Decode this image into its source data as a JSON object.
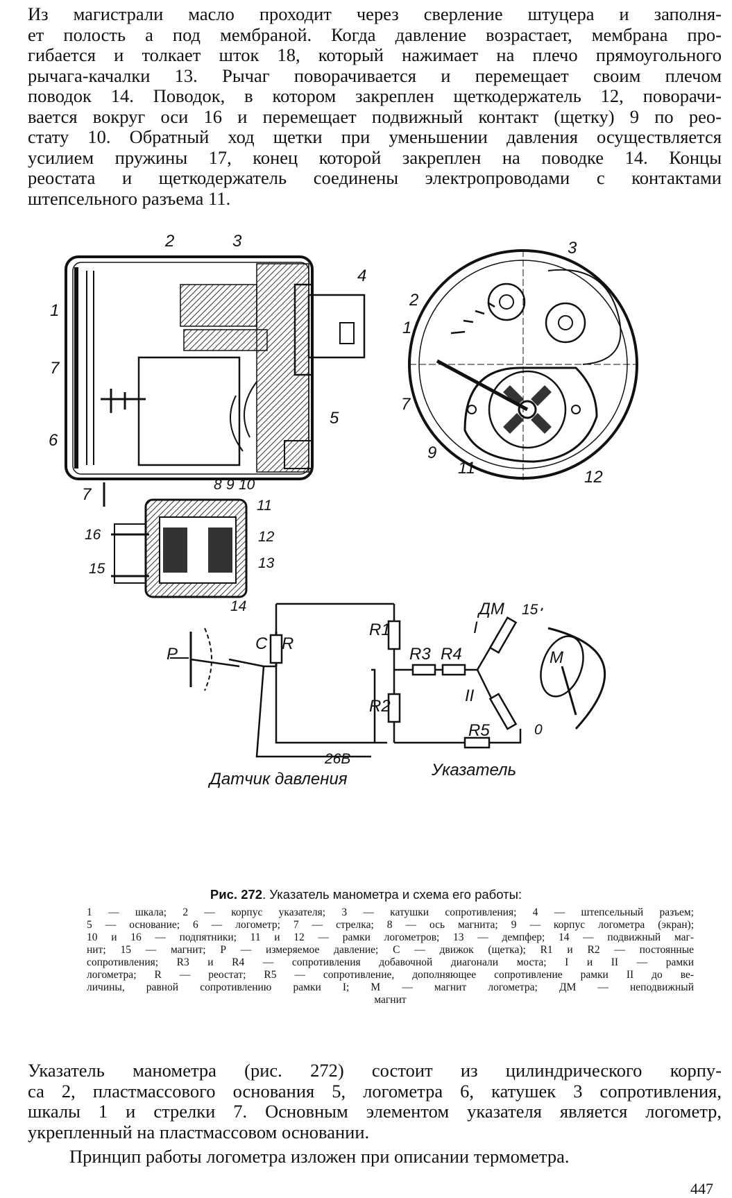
{
  "top_paragraph": [
    "Из магистрали масло проходит через сверление штуцера и заполня-",
    "ет полость а под мембраной. Когда давление возрастает, мембрана про-",
    "гибается и толкает шток 18, который нажимает на плечо прямоугольного",
    "рычага-качалки 13. Рычаг поворачивается и перемещает своим плечом",
    "поводок 14. Поводок, в котором закреплен щеткодержатель 12, поворачи-",
    "вается вокруг оси 16 и перемещает подвижный контакт (щетку) 9 по рео-",
    "стату 10. Обратный ход щетки при уменьшении давления осуществляется",
    "усилием пружины 17, конец которой закреплен на поводке 14. Концы",
    "реостата и щеткодержатель соединены электропроводами с контактами",
    "штепсельного разъема 11."
  ],
  "figure": {
    "labels_left": [
      "1",
      "2",
      "3",
      "4",
      "5",
      "6",
      "7"
    ],
    "labels_lower": [
      "7",
      "8",
      "9",
      "10",
      "11",
      "12",
      "13",
      "14",
      "15",
      "16"
    ],
    "labels_right": [
      "1",
      "2",
      "3",
      "7",
      "9",
      "11",
      "12"
    ],
    "schematic": {
      "pressure": "P",
      "slider": "C",
      "rheostat": "R",
      "r1": "R1",
      "r2": "R2",
      "r3": "R3",
      "r4": "R4",
      "r5": "R5",
      "frame1": "I",
      "frame2": "II",
      "fixed_magnet": "ДМ",
      "magnet": "M",
      "scale_max": "15",
      "scale_min": "0",
      "voltage": "26В",
      "sensor_label": "Датчик давления",
      "indicator_label": "Указатель"
    }
  },
  "caption": {
    "title_bold": "Рис. 272",
    "title_rest": ". Указатель манометра и схема его работы:",
    "lines": [
      "1 — шкала; 2 — корпус указателя; 3 — катушки сопротивления; 4 — штепсельный разъем;",
      "5 — основание; 6 — логометр; 7 — стрелка; 8 — ось магнита; 9 — корпус логометра (экран);",
      "10 и 16 — подпятники; 11 и 12 — рамки логометров; 13 — демпфер; 14 — подвижный маг-",
      "нит; 15 — магнит; Р — измеряемое давление; С — движок (щетка); R1 и R2 — постоянные",
      "сопротивления; R3 и R4 — сопротивления добавочной диагонали моста; I и II — рамки",
      "логометра; R — реостат; R5 — сопротивление, дополняющее сопротивление рамки II до ве-",
      "личины, равной сопротивлению рамки I; М — магнит логометра; ДМ — неподвижный",
      "магнит"
    ]
  },
  "bottom_paragraph": [
    "Указатель манометра (рис. 272) состоит из цилиндрического корпу-",
    "са 2, пластмассового основания 5, логометра 6, катушек 3 сопротивления,",
    "шкалы 1 и стрелки 7. Основным элементом указателя является логометр,",
    "укрепленный на пластмассовом основании."
  ],
  "final_line": "Принцип работы логометра изложен при описании термометра.",
  "page_number": "447"
}
